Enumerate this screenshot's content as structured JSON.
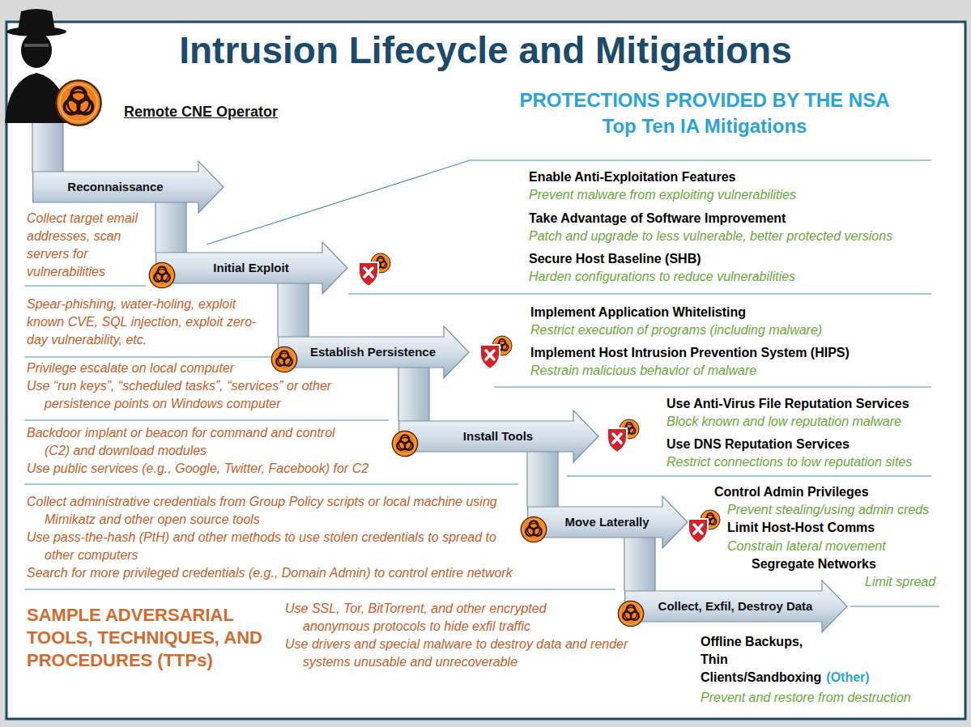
{
  "diagram": {
    "title": "Intrusion Lifecycle and Mitigations",
    "nodes": [
      {
        "text": [
          "Reconnaissance"
        ]
      },
      {
        "text": [
          "Initial Exploit"
        ]
      },
      {
        "text": [
          "Establish Persistence"
        ]
      },
      {
        "text": [
          "Install Tools"
        ]
      },
      {
        "text": [
          "Move Laterally"
        ]
      },
      {
        "text": [
          "Collect, Exfil, Destroy Data"
        ]
      }
    ],
    "edges": [
      {
        "from": 0,
        "to": 1,
        "arrow": "none"
      },
      {
        "from": 1,
        "to": 2,
        "arrow": "none"
      },
      {
        "from": 2,
        "to": 3,
        "arrow": "none"
      },
      {
        "from": 3,
        "to": 4,
        "arrow": "none"
      },
      {
        "from": 4,
        "to": 5,
        "arrow": "none"
      }
    ],
    "labels": [
      "Remote CNE Operator",
      "PROTECTIONS PROVIDED BY THE NSA Top Ten IA Mitigations",
      "Collect target email addresses, scan servers for vulnerabilities",
      "Spear-phishing, water-holing, exploit known CVE, SQL injection, exploit zero-day vulnerability, etc.",
      "Privilege escalate on local computer",
      "Use “run keys”, “scheduled tasks”, “services” or other persistence points on Windows computer",
      "Backdoor implant or beacon for command and control (C2) and download modules",
      "Use public services (e.g., Google, Twitter, Facebook) for C2",
      "Collect administrative credentials from Group Policy scripts or local machine using Mimikatz and other open source tools",
      "Use pass-the-hash (PtH) and other methods to use stolen credentials to spread to other computers",
      "Search for more privileged credentials (e.g., Domain Admin) to control entire network",
      "Use SSL, Tor, BitTorrent, and other encrypted anonymous protocols to hide exfil traffic",
      "Use drivers and special malware to destroy data and render systems unusable and unrecoverable",
      "SAMPLE ADVERSARIAL TOOLS, TECHNIQUES, AND PROCEDURES (TTPs)",
      "Enable Anti-Exploitation Features",
      "Prevent malware from exploiting vulnerabilities",
      "Take Advantage of Software Improvement",
      "Patch and upgrade to less vulnerable, better protected versions",
      "Secure Host Baseline (SHB)",
      "Harden configurations to reduce vulnerabilities",
      "Implement Application Whitelisting",
      "Restrict execution of programs (including malware)",
      "Implement Host Intrusion Prevention System (HIPS)",
      "Restrain malicious behavior of malware",
      "Use Anti-Virus File Reputation Services",
      "Block known and low reputation malware",
      "Use DNS Reputation Services",
      "Restrict connections to low reputation sites",
      "Control Admin Privileges",
      "Prevent stealing/using admin creds",
      "Limit Host-Host Comms",
      "Constrain lateral movement",
      "Segregate Networks",
      "Limit spread",
      "Offline Backups, Thin Clients/Sandboxing",
      "(Other)",
      "Prevent and restore from destruction"
    ]
  }
}
